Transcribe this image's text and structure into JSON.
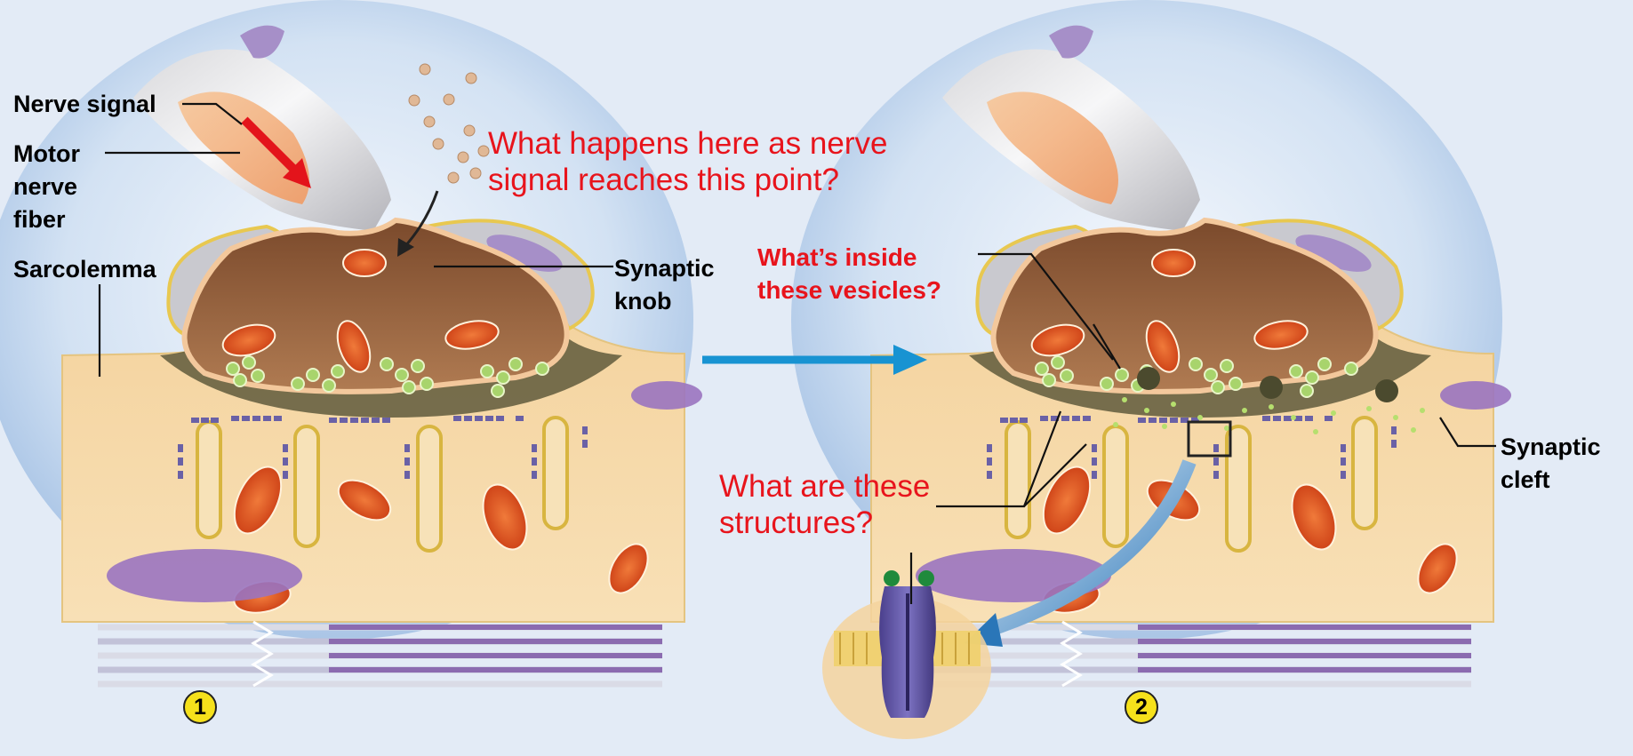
{
  "labels": {
    "nerve_signal": "Nerve signal",
    "motor_nerve_fiber": [
      "Motor",
      "nerve",
      "fiber"
    ],
    "sarcolemma": "Sarcolemma",
    "synaptic_knob": [
      "Synaptic",
      "knob"
    ],
    "synaptic_cleft": [
      "Synaptic",
      "cleft"
    ]
  },
  "questions": {
    "nerve_signal_point": [
      "What happens here as nerve",
      "signal reaches this point?"
    ],
    "vesicles": [
      "What’s inside",
      "these vesicles?"
    ],
    "structures": [
      "What are these",
      "structures?"
    ]
  },
  "steps": {
    "one": "1",
    "two": "2"
  },
  "colors": {
    "background": "#e3ebf6",
    "muscle_fiber": "#f6d7a4",
    "synaptic_knob": "#a56a3f",
    "mitochondria": "#e0541d",
    "vesicles": "#a8d46c",
    "receptors": "#6a61a6",
    "question_text": "#e8141c",
    "process_arrow": "#1893d2",
    "signal_arrow": "#e3141b",
    "step_badge": "#f6e11b"
  }
}
